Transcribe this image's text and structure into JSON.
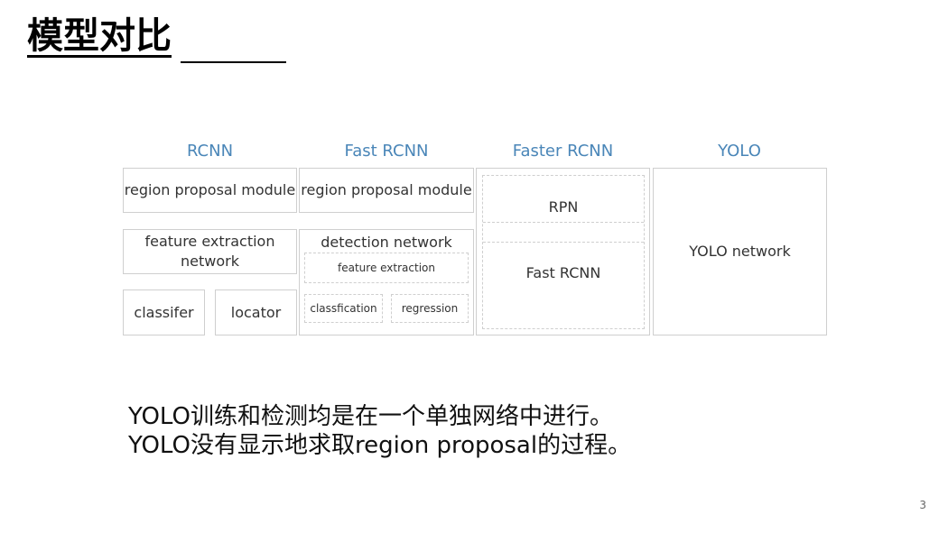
{
  "slide": {
    "title": "模型对比",
    "page_number": "3"
  },
  "diagram": {
    "headers": [
      "RCNN",
      "Fast RCNN",
      "Faster RCNN",
      "YOLO"
    ],
    "rcnn": {
      "region_proposal": "region proposal module",
      "feature_extraction": "feature extraction\nnetwork",
      "classifier": "classifer",
      "locator": "locator"
    },
    "fast_rcnn": {
      "region_proposal": "region proposal module",
      "detection_network": "detection network",
      "feature_extraction": "feature extraction",
      "classification": "classfication",
      "regression": "regression"
    },
    "faster_rcnn": {
      "rpn": "RPN",
      "fast_rcnn": "Fast RCNN"
    },
    "yolo": {
      "network": "YOLO network"
    }
  },
  "notes": [
    "YOLO训练和检测均是在一个单独网络中进行。",
    "YOLO没有显示地求取region proposal的过程。"
  ],
  "colors": {
    "header_blue": "#4a86b8",
    "border_gray": "#cfcfcf"
  }
}
